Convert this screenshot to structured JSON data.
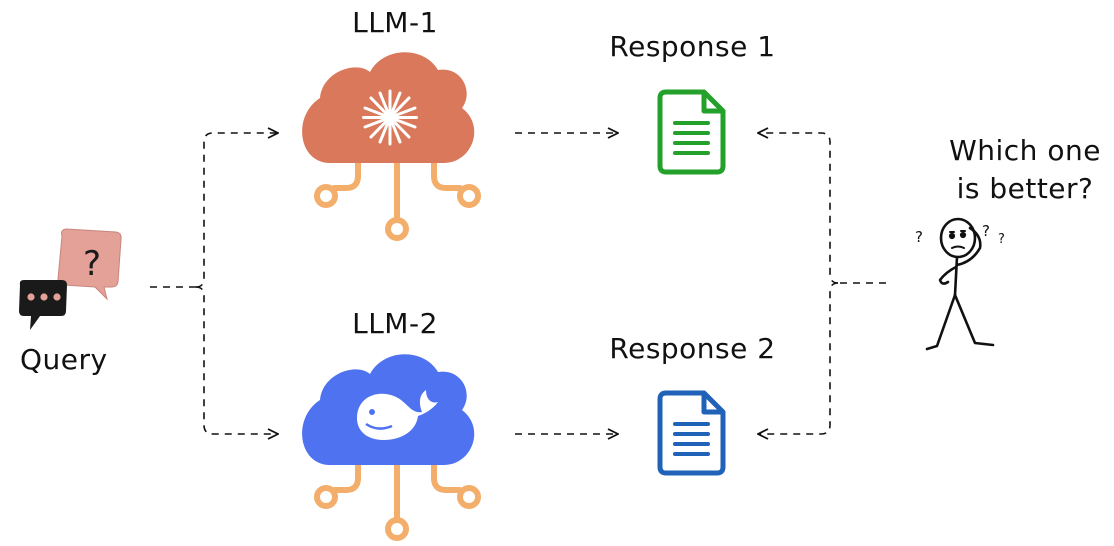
{
  "query_label": "Query",
  "llm1": {
    "label": "LLM-1",
    "color": "#d9785a",
    "icon": "sparkle-icon"
  },
  "llm2": {
    "label": "LLM-2",
    "color": "#4f73f0",
    "icon": "whale-icon"
  },
  "response1": {
    "label": "Response 1",
    "color": "#23a12b",
    "icon": "document-icon"
  },
  "response2": {
    "label": "Response 2",
    "color": "#2062b8",
    "icon": "document-icon"
  },
  "question": {
    "line1": "Which one",
    "line2": "is better?"
  },
  "chat_icon_colors": {
    "pink": "#e3a197",
    "dark": "#1a1a1a"
  },
  "connector_color": "#f4ae6b"
}
